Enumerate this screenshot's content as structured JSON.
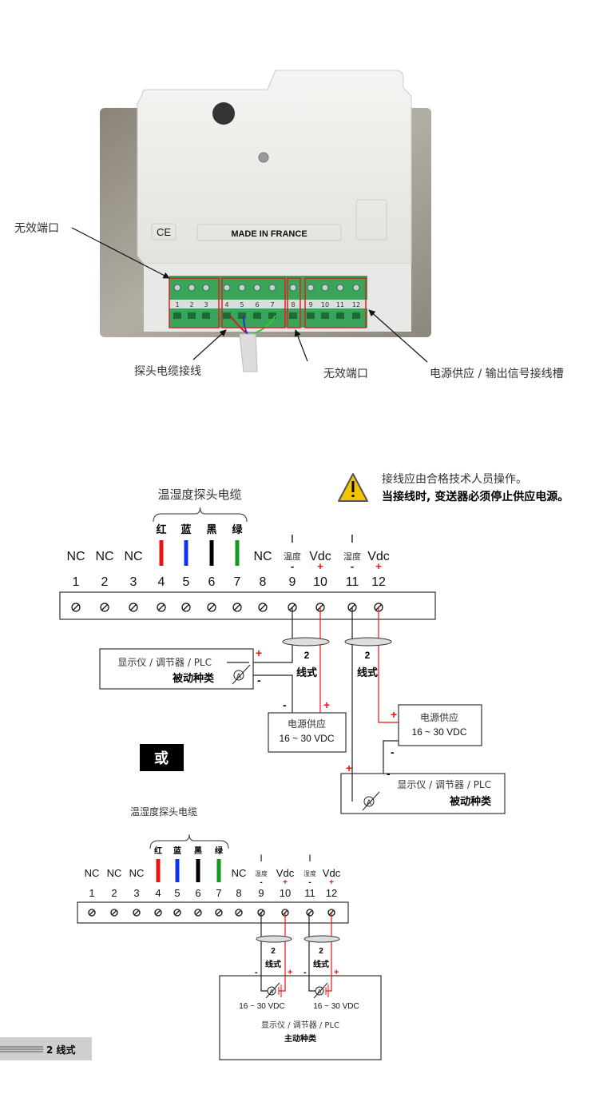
{
  "photo": {
    "housing_text": "MADE IN FRANCE",
    "ce_mark": "CE",
    "terminal_numbers": [
      "1",
      "2",
      "3",
      "4",
      "5",
      "6",
      "7",
      "8",
      "9",
      "10",
      "11",
      "12"
    ],
    "labels": {
      "invalid_port_top": "无效端口",
      "probe_cable": "探头电缆接线",
      "invalid_port_bottom": "无效端口",
      "power_output": "电源供应 / 输出信号接线槽"
    },
    "highlight_color": "#e02020"
  },
  "warning": {
    "icon": "warning-triangle-icon",
    "line1": "接线应由合格技术人员操作。",
    "line2": "当接线时, 变送器必须停止供应电源。"
  },
  "terminals": {
    "numbers": [
      "1",
      "2",
      "3",
      "4",
      "5",
      "6",
      "7",
      "8",
      "9",
      "10",
      "11",
      "12"
    ],
    "nc": "NC",
    "cable_title": "温湿度探头电缆",
    "wire_colors": [
      {
        "label": "红",
        "color": "#ee1111"
      },
      {
        "label": "蓝",
        "color": "#1133ee"
      },
      {
        "label": "黑",
        "color": "#000000"
      },
      {
        "label": "绿",
        "color": "#119922"
      }
    ],
    "i_mark": "I",
    "temp": "温度",
    "hum": "湿度",
    "vdc": "Vdc",
    "minus": "-",
    "plus": "+"
  },
  "diagram1": {
    "display_label": "显示仪 / 调节器 / PLC",
    "passive_type": "被动种类",
    "power_label": "电源供应",
    "voltage": "16 ~ 30 VDC",
    "two": "2",
    "wire_type": "线式",
    "ammeter": "A"
  },
  "or_label": "或",
  "diagram2": {
    "voltage": "16 ~ 30 VDC",
    "display_label": "显示仪 / 调节器 / PLC",
    "active_type": "主动种类",
    "two": "2",
    "wire_type": "线式",
    "ammeter": "A"
  },
  "footer": {
    "label": "2 线式"
  }
}
